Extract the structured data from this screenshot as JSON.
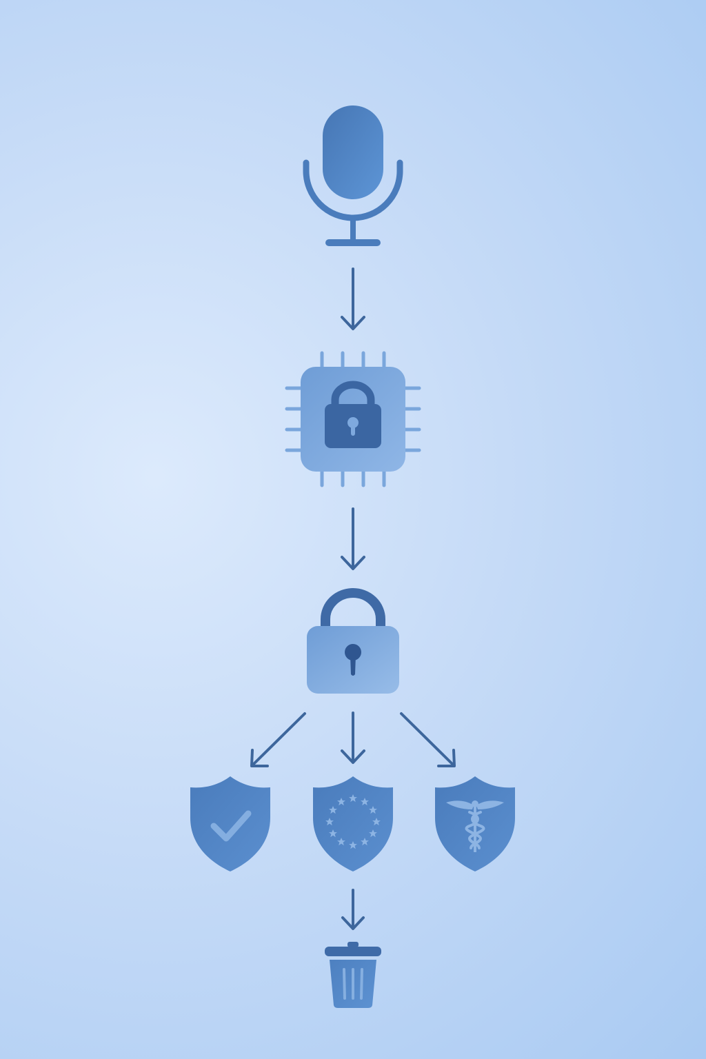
{
  "diagram": {
    "background_colors": [
      "#dceafc",
      "#c6dbf7",
      "#a9caf2"
    ],
    "icon_color": "#4a7fbf",
    "icon_dark": "#3b66a2",
    "icon_light": "#7ea9de",
    "arrow_color": "#3d669c",
    "nodes": [
      {
        "id": "microphone",
        "icon": "microphone-icon"
      },
      {
        "id": "secure-chip",
        "icon": "secure-processor-chip-icon"
      },
      {
        "id": "padlock",
        "icon": "padlock-icon"
      },
      {
        "id": "compliance-shield",
        "icon": "shield-check-icon"
      },
      {
        "id": "eu-shield",
        "icon": "shield-eu-stars-icon"
      },
      {
        "id": "medical-shield",
        "icon": "shield-caduceus-icon"
      },
      {
        "id": "deletion",
        "icon": "trash-bin-icon"
      }
    ],
    "edges": [
      {
        "from": "microphone",
        "to": "secure-chip"
      },
      {
        "from": "secure-chip",
        "to": "padlock"
      },
      {
        "from": "padlock",
        "to": "compliance-shield"
      },
      {
        "from": "padlock",
        "to": "eu-shield"
      },
      {
        "from": "padlock",
        "to": "medical-shield"
      },
      {
        "from": "eu-shield",
        "to": "deletion"
      }
    ]
  }
}
